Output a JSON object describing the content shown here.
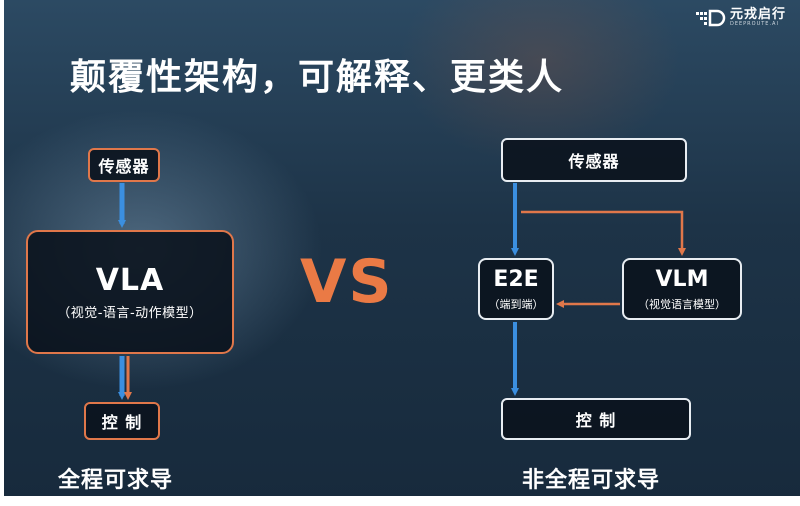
{
  "title": "颠覆性架构，可解释、更类人",
  "logo": {
    "text": "元戎启行",
    "sub": "DEEPROUTE.AI"
  },
  "left": {
    "sensor": "传感器",
    "vla": {
      "name": "VLA",
      "desc": "（视觉-语言-动作模型）"
    },
    "control": "控 制",
    "caption": "全程可求导"
  },
  "vs": "VS",
  "right": {
    "sensor": "传感器",
    "e2e": {
      "name": "E2E",
      "desc": "（端到端）"
    },
    "vlm": {
      "name": "VLM",
      "desc": "（视觉语言模型）"
    },
    "control": "控 制",
    "caption": "非全程可求导"
  },
  "colors": {
    "orange": "#e0774a",
    "blue": "#3b8fe0",
    "background": "#1d3347"
  }
}
